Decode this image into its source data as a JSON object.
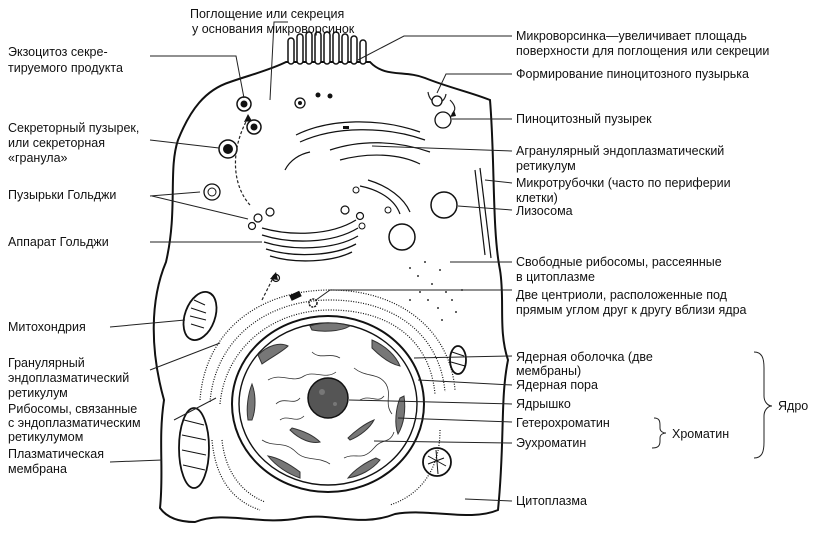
{
  "labels": {
    "absorption_secretion": [
      "Поглощение или секреция",
      "у основания микроворсинок"
    ],
    "exocytosis": [
      "Экзоцитоз секре-",
      "тируемого продукта"
    ],
    "secretory_vesicle": [
      "Секреторный пузырек,",
      "или секреторная",
      "«гранула»"
    ],
    "golgi_vesicles": [
      "Пузырьки Гольджи"
    ],
    "golgi_apparatus": [
      "Аппарат Гольджи"
    ],
    "mitochondrion": [
      "Митохондрия"
    ],
    "granular_er": [
      "Гранулярный",
      "эндоплазматический",
      "ретикулум"
    ],
    "bound_ribosomes": [
      "Рибосомы, связанные",
      "с эндоплазматическим",
      "ретикулумом"
    ],
    "plasma_membrane": [
      "Плазматическая",
      "мембрана"
    ],
    "microvillus": [
      "Микроворсинка—увеличивает площадь",
      "поверхности для поглощения или секреции"
    ],
    "pinocytotic_formation": [
      "Формирование пиноцитозного пузырька"
    ],
    "pinocytotic_vesicle": [
      "Пиноцитозный пузырек"
    ],
    "agranular_er": [
      "Агранулярный эндоплазматический",
      "ретикулум"
    ],
    "microtubules": [
      "Микротрубочки (часто по периферии",
      "клетки)"
    ],
    "lysosome": [
      "Лизосома"
    ],
    "free_ribosomes": [
      "Свободные рибосомы, рассеянные",
      "в цитоплазме"
    ],
    "centrioles": [
      "Две центриоли, расположенные под",
      "прямым углом друг к другу вблизи ядра"
    ],
    "nuclear_envelope": [
      "Ядерная  оболочка (две",
      "мембраны)"
    ],
    "nuclear_pore": [
      "Ядерная пора"
    ],
    "nucleolus": [
      "Ядрышко"
    ],
    "heterochromatin": [
      "Гетерохроматин"
    ],
    "euchromatin": [
      "Эухроматин"
    ],
    "chromatin": [
      "Хроматин"
    ],
    "nucleus": [
      "Ядро"
    ],
    "cytoplasm": [
      "Цитоплазма"
    ]
  }
}
